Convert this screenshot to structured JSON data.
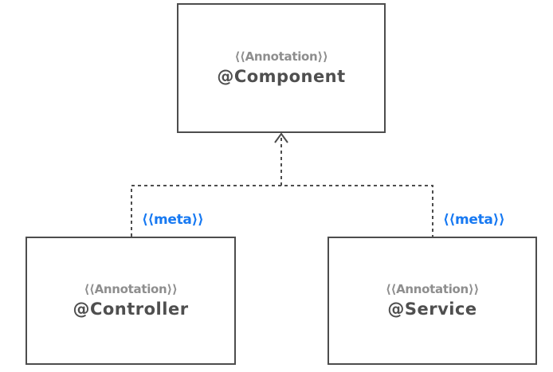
{
  "diagram": {
    "colors": {
      "background": "#ffffff",
      "box_border": "#4d4d4d",
      "box_fill": "#ffffff",
      "stereotype_text": "#8e8e8e",
      "name_text": "#4f4f4f",
      "connector": "#4d4d4d",
      "meta_label": "#1779f2"
    },
    "nodes": [
      {
        "id": "component",
        "stereotype": "⟨⟨Annotation⟩⟩",
        "name": "@Component"
      },
      {
        "id": "controller",
        "stereotype": "⟨⟨Annotation⟩⟩",
        "name": "@Controller"
      },
      {
        "id": "service",
        "stereotype": "⟨⟨Annotation⟩⟩",
        "name": "@Service"
      }
    ],
    "edges": [
      {
        "from": "@Controller",
        "to": "@Component",
        "label": "⟨⟨meta⟩⟩"
      },
      {
        "from": "@Service",
        "to": "@Component",
        "label": "⟨⟨meta⟩⟩"
      }
    ]
  }
}
